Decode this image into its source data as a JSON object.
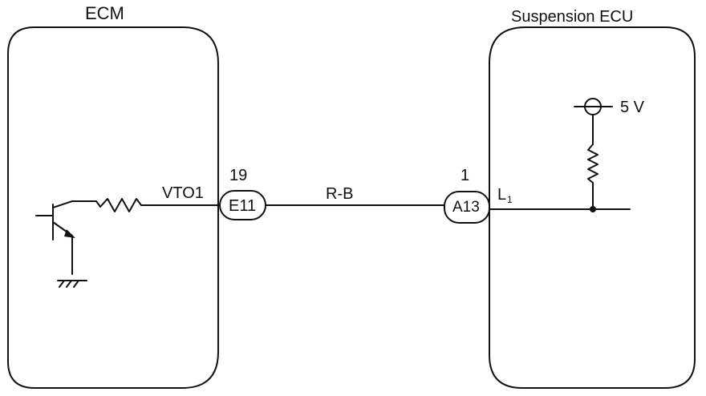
{
  "ecm": {
    "title": "ECM",
    "output_label": "VTO1"
  },
  "ecu": {
    "title": "Suspension ECU",
    "supply_label": "5 V",
    "input_label_main": "L",
    "input_label_sub": "1"
  },
  "connectors": {
    "left": {
      "pin": "19",
      "code": "E11"
    },
    "right": {
      "pin": "1",
      "code": "A13"
    }
  },
  "wire": {
    "color": "R-B"
  },
  "colors": {
    "line": "#111111",
    "background": "#ffffff"
  }
}
